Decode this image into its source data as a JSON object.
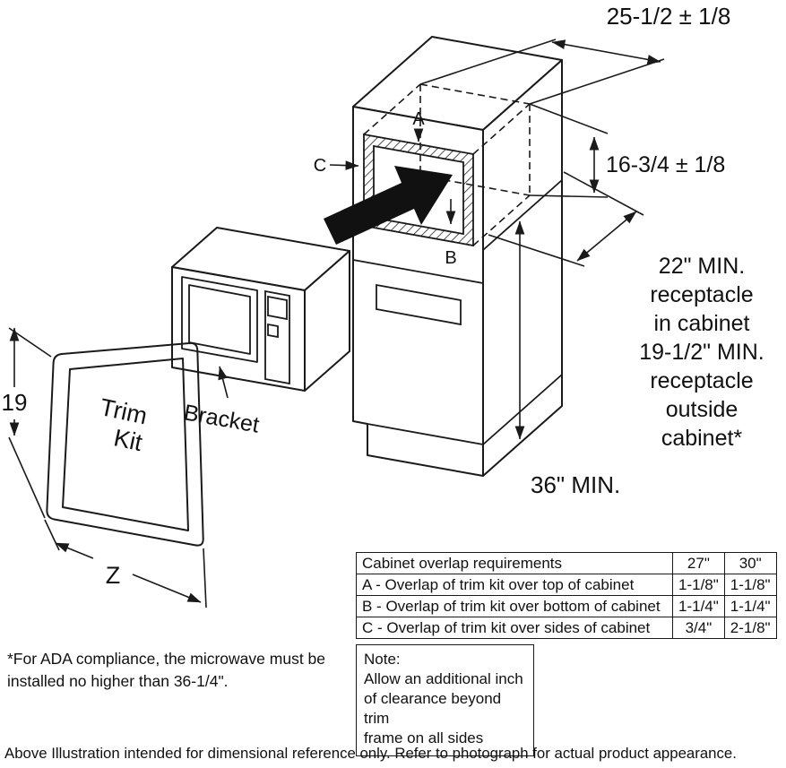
{
  "diagram": {
    "dim_width": "25-1/2 ± 1/8",
    "dim_opening_height": "16-3/4 ± 1/8",
    "receptacle_note": "22\" MIN.\nreceptacle\nin cabinet\n19-1/2\" MIN.\nreceptacle\noutside\ncabinet*",
    "dim_floor_min": "36\" MIN.",
    "dim_trim_height": "19",
    "dim_trim_width": "Z",
    "callout_a": "A",
    "callout_b": "B",
    "callout_c": "C",
    "bracket_label": "Bracket",
    "trim_kit_line1": "Trim",
    "trim_kit_line2": "Kit"
  },
  "table": {
    "header": {
      "label": "Cabinet overlap requirements",
      "col27": "27\"",
      "col30": "30\""
    },
    "rows": [
      {
        "label": "A - Overlap of trim kit over top of cabinet",
        "col27": "1-1/8\"",
        "col30": "1-1/8\""
      },
      {
        "label": "B - Overlap of trim kit over bottom of cabinet",
        "col27": "1-1/4\"",
        "col30": "1-1/4\""
      },
      {
        "label": "C - Overlap of trim kit over sides of cabinet",
        "col27": "3/4\"",
        "col30": "2-1/8\""
      }
    ]
  },
  "note_box": "Note:\nAllow an additional inch\nof clearance beyond trim\nframe on all sides",
  "ada_note": "*For ADA compliance, the microwave must be\ninstalled no higher than 36-1/4\".",
  "caption": "Above Illustration intended for dimensional reference only. Refer to photograph for actual product appearance.",
  "colors": {
    "line": "#1a1a1a",
    "background": "#ffffff"
  }
}
